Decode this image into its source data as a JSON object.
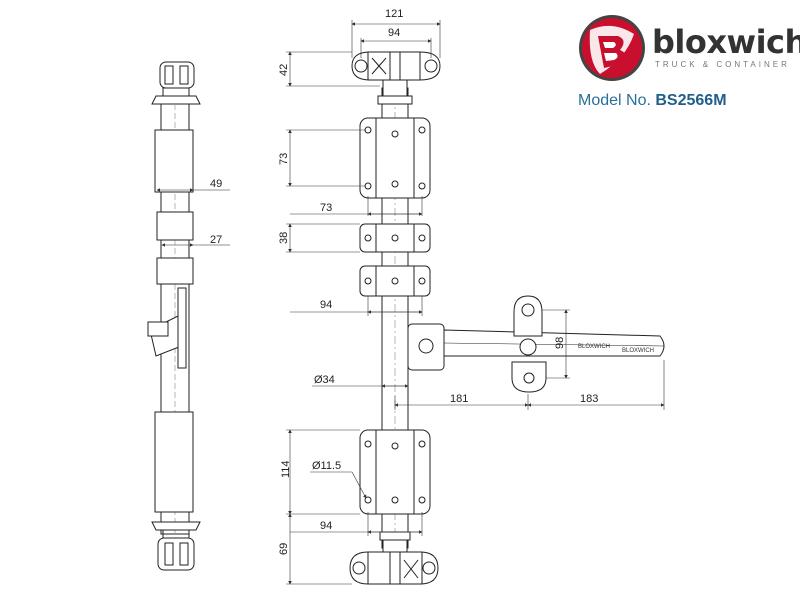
{
  "brand": {
    "name": "bloxwich",
    "tagline": "TRUCK & CONTAINER",
    "model_prefix": "Model No.",
    "model_number": "BS2566M",
    "colors": {
      "logo_red": "#c8102e",
      "logo_dark": "#555555",
      "model_blue": "#1f5f8b"
    }
  },
  "dimensions": {
    "top_width": "121",
    "top_inner": "94",
    "top_height": "42",
    "upper_bracket_height": "73",
    "side_49": "49",
    "upper_bracket_width": "73",
    "guide_height": "38",
    "side_27": "27",
    "guide_width": "94",
    "handle_height": "98",
    "rod_diameter": "Ø34",
    "handle_offset": "181",
    "handle_length": "183",
    "hole_diameter": "Ø11.5",
    "lower_bracket_height": "114",
    "lower_bracket_width": "94",
    "bottom_height": "69"
  },
  "handle_text": {
    "stamp_left": "BLOXWICH",
    "stamp_right": "BLOXWICH"
  }
}
